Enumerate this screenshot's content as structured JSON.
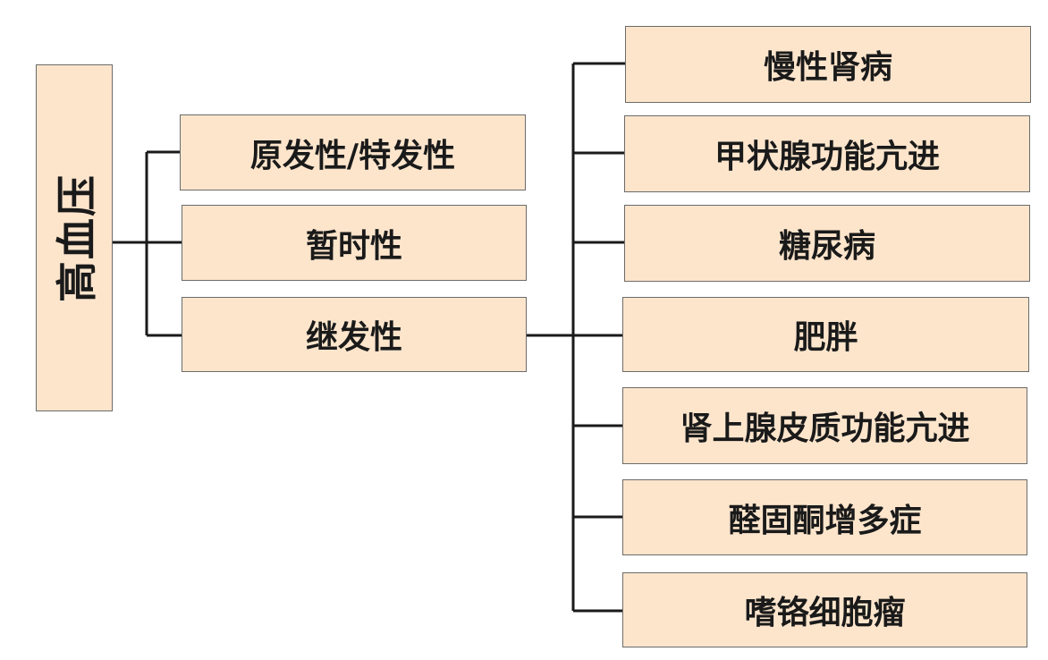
{
  "root": {
    "label": "高血压"
  },
  "categories": [
    {
      "id": "primary",
      "label": "原发性/特发性"
    },
    {
      "id": "temporary",
      "label": "暂时性"
    },
    {
      "id": "secondary",
      "label": "继发性"
    }
  ],
  "secondary_causes": [
    {
      "id": "ckd",
      "label": "慢性肾病"
    },
    {
      "id": "hyperthyroid",
      "label": "甲状腺功能亢进"
    },
    {
      "id": "diabetes",
      "label": "糖尿病"
    },
    {
      "id": "obesity",
      "label": "肥胖"
    },
    {
      "id": "cushing",
      "label": "肾上腺皮质功能亢进"
    },
    {
      "id": "aldosteronism",
      "label": "醛固酮增多症"
    },
    {
      "id": "pheochromocytoma",
      "label": "嗜铬细胞瘤"
    }
  ],
  "colors": {
    "box_fill": "#fde5cc",
    "box_border": "#6b6b6b",
    "line": "#1a1a1a"
  }
}
